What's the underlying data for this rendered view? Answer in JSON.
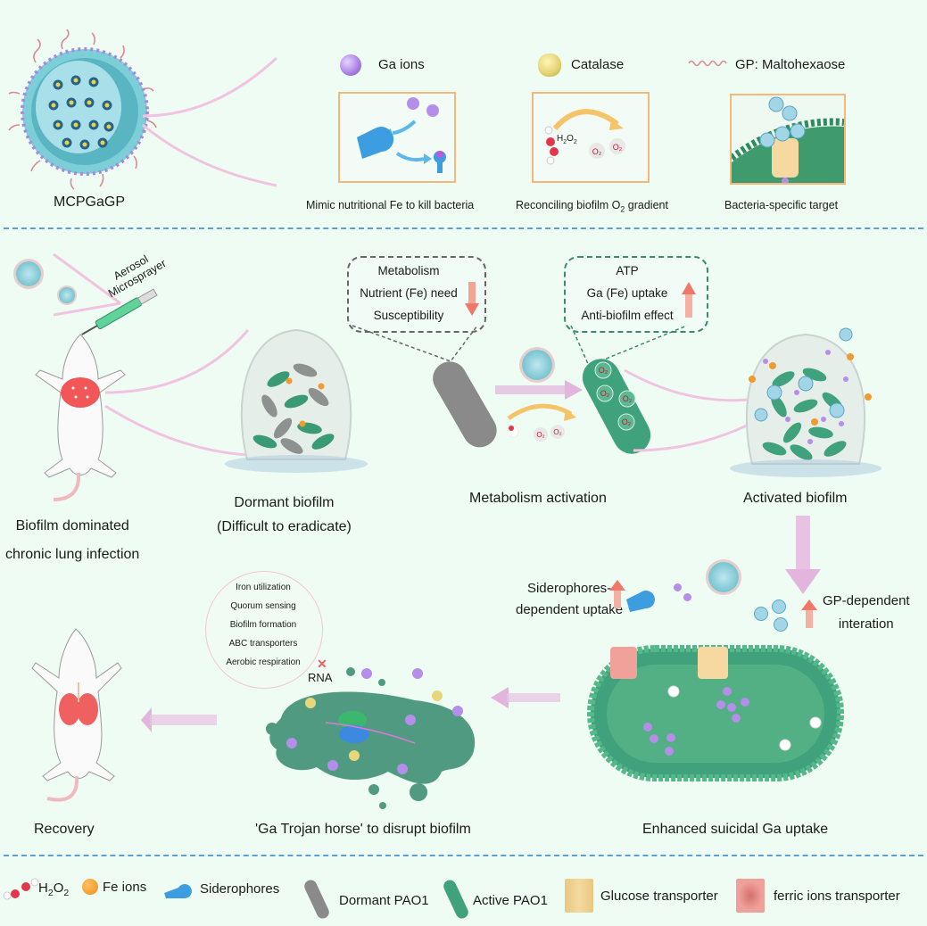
{
  "top_panel": {
    "nanoparticle_label": "MCPGaGP",
    "legend": [
      {
        "icon": "ga-ion-icon",
        "label": "Ga ions"
      },
      {
        "icon": "catalase-icon",
        "label": "Catalase"
      },
      {
        "icon": "maltohexaose-chain-icon",
        "label": "GP: Maltohexaose"
      }
    ],
    "features": [
      {
        "caption": "Mimic nutritional Fe to kill bacteria"
      },
      {
        "caption_pre": "Reconciling biofilm O",
        "caption_sub": "2",
        "caption_post": " gradient",
        "h2o2": "H2O2",
        "o2": "O2"
      },
      {
        "caption": "Bacteria-specific target"
      }
    ]
  },
  "middle_panel": {
    "sprayer_label_1": "Aerosol",
    "sprayer_label_2": "Microsprayer",
    "mouse_caption_1": "Biofilm dominated",
    "mouse_caption_2": "chronic lung infection",
    "dormant_caption_1": "Dormant biofilm",
    "dormant_caption_2": "(Difficult to eradicate)",
    "activation_caption": "Metabolism activation",
    "activated_caption": "Activated biofilm",
    "dormant_callout": {
      "lines": [
        "Metabolism",
        "Nutrient (Fe) need",
        "Susceptibility"
      ],
      "trend": "down"
    },
    "active_callout": {
      "lines": [
        "ATP",
        "Ga (Fe) uptake",
        "Anti-biofilm effect"
      ],
      "trend": "up"
    },
    "o2_label": "O2"
  },
  "bottom_panel": {
    "siderophore_label_1": "Siderophores-",
    "siderophore_label_2": "dependent uptake",
    "gp_label_1": "GP-dependent",
    "gp_label_2": "interation",
    "pathways": [
      "Iron utilization",
      "Quorum sensing",
      "Biofilm formation",
      "ABC transporters",
      "Aerobic respiration"
    ],
    "rna_label": "RNA",
    "recovery_caption": "Recovery",
    "trojan_caption": "'Ga Trojan horse' to disrupt biofilm",
    "uptake_caption": "Enhanced suicidal Ga uptake"
  },
  "legend": {
    "h2o2_pre": "H",
    "h2o2_sub1": "2",
    "h2o2_mid": "O",
    "h2o2_sub2": "2",
    "fe": "Fe ions",
    "siderophores": "Siderophores",
    "dormant": "Dormant PAO1",
    "active": "Active PAO1",
    "glucose": "Glucose transporter",
    "ferric": "ferric ions  transporter"
  },
  "colors": {
    "background": "#effcf3",
    "divider": "#5aa2d6",
    "box_border": "#f4b97a",
    "ga_ion": "#b48ee8",
    "catalase": "#e8d77a",
    "active_bacteria": "#3fa27c",
    "dormant_bacteria": "#8a8a8a",
    "arrow_pink": "#e3b4dc",
    "up_down_arrow": "#f07868"
  }
}
